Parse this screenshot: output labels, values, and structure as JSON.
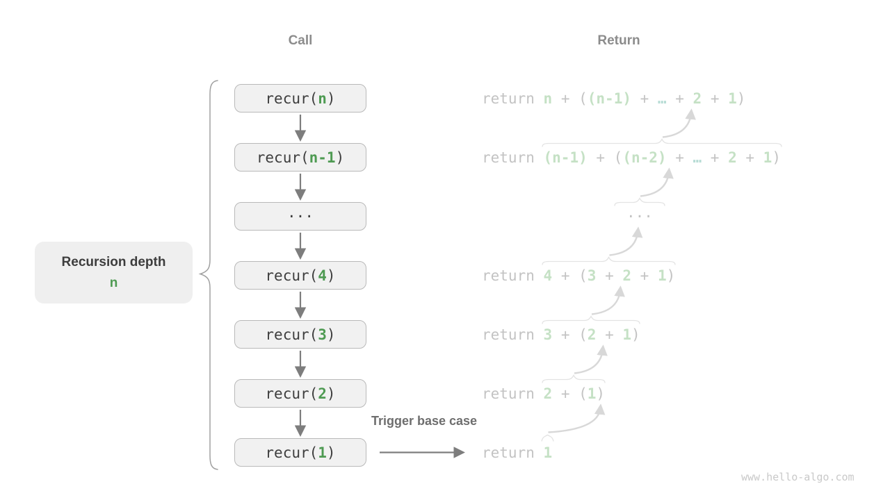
{
  "titles": {
    "call": "Call",
    "return": "Return"
  },
  "depth_label": {
    "text": "Recursion depth",
    "value": "n"
  },
  "trigger_label": "Trigger base case",
  "watermark": "www.hello-algo.com",
  "call_stack": [
    {
      "segments": [
        {
          "t": "recur(",
          "c": "dark"
        },
        {
          "t": "n",
          "c": "green"
        },
        {
          "t": ")",
          "c": "dark"
        }
      ]
    },
    {
      "segments": [
        {
          "t": "recur(",
          "c": "dark"
        },
        {
          "t": "n-1",
          "c": "green"
        },
        {
          "t": ")",
          "c": "dark"
        }
      ]
    },
    {
      "segments": [
        {
          "t": "···",
          "c": "dark"
        }
      ]
    },
    {
      "segments": [
        {
          "t": "recur(",
          "c": "dark"
        },
        {
          "t": "4",
          "c": "green"
        },
        {
          "t": ")",
          "c": "dark"
        }
      ]
    },
    {
      "segments": [
        {
          "t": "recur(",
          "c": "dark"
        },
        {
          "t": "3",
          "c": "green"
        },
        {
          "t": ")",
          "c": "dark"
        }
      ]
    },
    {
      "segments": [
        {
          "t": "recur(",
          "c": "dark"
        },
        {
          "t": "2",
          "c": "green"
        },
        {
          "t": ")",
          "c": "dark"
        }
      ]
    },
    {
      "segments": [
        {
          "t": "recur(",
          "c": "dark"
        },
        {
          "t": "1",
          "c": "green"
        },
        {
          "t": ")",
          "c": "dark"
        }
      ]
    }
  ],
  "return_lines": [
    {
      "segments": [
        {
          "t": "return ",
          "c": "kw"
        },
        {
          "t": "n",
          "c": "g"
        },
        {
          "t": " + ",
          "c": "p"
        },
        {
          "t": "(",
          "c": "p"
        },
        {
          "t": "(n-1)",
          "c": "g"
        },
        {
          "t": " + ",
          "c": "p"
        },
        {
          "t": "…",
          "c": "e"
        },
        {
          "t": " + ",
          "c": "p"
        },
        {
          "t": "2",
          "c": "g"
        },
        {
          "t": " + ",
          "c": "p"
        },
        {
          "t": "1",
          "c": "g"
        },
        {
          "t": ")",
          "c": "p"
        }
      ]
    },
    {
      "segments": [
        {
          "t": "return ",
          "c": "kw"
        },
        {
          "t": "(n-1)",
          "c": "g"
        },
        {
          "t": " + ",
          "c": "p"
        },
        {
          "t": "(",
          "c": "p"
        },
        {
          "t": "(n-2)",
          "c": "g"
        },
        {
          "t": " + ",
          "c": "p"
        },
        {
          "t": "…",
          "c": "e"
        },
        {
          "t": " + ",
          "c": "p"
        },
        {
          "t": "2",
          "c": "g"
        },
        {
          "t": " + ",
          "c": "p"
        },
        {
          "t": "1",
          "c": "g"
        },
        {
          "t": ")",
          "c": "p"
        }
      ]
    },
    {
      "type": "dots",
      "segments": [
        {
          "t": "···",
          "c": "p"
        }
      ]
    },
    {
      "segments": [
        {
          "t": "return ",
          "c": "kw"
        },
        {
          "t": "4",
          "c": "g"
        },
        {
          "t": " + ",
          "c": "p"
        },
        {
          "t": "(",
          "c": "p"
        },
        {
          "t": "3",
          "c": "g"
        },
        {
          "t": " + ",
          "c": "p"
        },
        {
          "t": "2",
          "c": "g"
        },
        {
          "t": " + ",
          "c": "p"
        },
        {
          "t": "1",
          "c": "g"
        },
        {
          "t": ")",
          "c": "p"
        }
      ]
    },
    {
      "segments": [
        {
          "t": "return ",
          "c": "kw"
        },
        {
          "t": "3",
          "c": "g"
        },
        {
          "t": " + ",
          "c": "p"
        },
        {
          "t": "(",
          "c": "p"
        },
        {
          "t": "2",
          "c": "g"
        },
        {
          "t": " + ",
          "c": "p"
        },
        {
          "t": "1",
          "c": "g"
        },
        {
          "t": ")",
          "c": "p"
        }
      ]
    },
    {
      "segments": [
        {
          "t": "return ",
          "c": "kw"
        },
        {
          "t": "2",
          "c": "g"
        },
        {
          "t": " + ",
          "c": "p"
        },
        {
          "t": "(",
          "c": "p"
        },
        {
          "t": "1",
          "c": "g"
        },
        {
          "t": ")",
          "c": "p"
        }
      ]
    },
    {
      "segments": [
        {
          "t": "return ",
          "c": "kw"
        },
        {
          "t": "1",
          "c": "g"
        }
      ]
    }
  ],
  "colors": {
    "green_dark": "#4e9a52",
    "pale_green": "#c5e1c5",
    "teal": "#b7dcd5",
    "ret_gray": "#c3c3c3",
    "dark_text": "#3d3d3d",
    "header_gray": "#8c8c8c",
    "trigger_gray": "#6e6e6e",
    "arrow_dark": "#7d7d7d",
    "box_bg": "#f1f1f1",
    "box_border": "#b9b9b9",
    "label_bg": "#efefef",
    "brace_dark": "#a0a0a0",
    "decor_light": "#d8d8d8",
    "brace_light": "#e3e3e3",
    "watermark_gray": "#c9c9c9"
  }
}
